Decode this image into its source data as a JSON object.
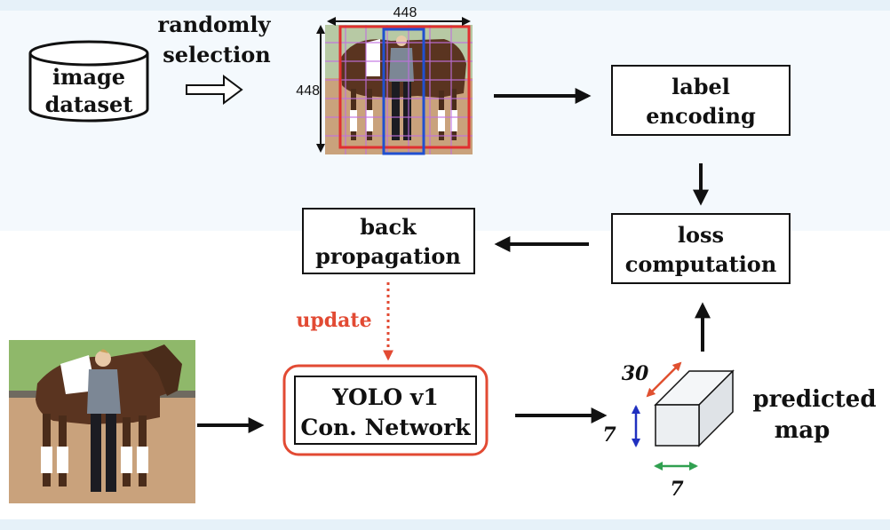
{
  "nodes": {
    "image_dataset": [
      "image",
      "dataset"
    ],
    "randomly_selection": [
      "randomly",
      "selection"
    ],
    "label_encoding": [
      "label",
      "encoding"
    ],
    "loss_computation": [
      "loss",
      "computation"
    ],
    "back_propagation": [
      "back",
      "propagation"
    ],
    "update": "update",
    "yolo_network": [
      "YOLO v1",
      "Con. Network"
    ],
    "predicted_map": [
      "predicted",
      "map"
    ]
  },
  "image_size": {
    "width": "448",
    "height": "448"
  },
  "tensor_dims": {
    "depth": "30",
    "height": "7",
    "width": "7"
  },
  "colors": {
    "update_accent": "#e24a33",
    "grid_line": "#c070e0",
    "red_box": "#e03030",
    "blue_box": "#2050d0",
    "dim_depth": "#e05030",
    "dim_height": "#2030c0",
    "dim_width": "#30a050",
    "photo_sky": "#8fb86a",
    "photo_ground": "#c9a27c",
    "horse": "#5a3420"
  }
}
